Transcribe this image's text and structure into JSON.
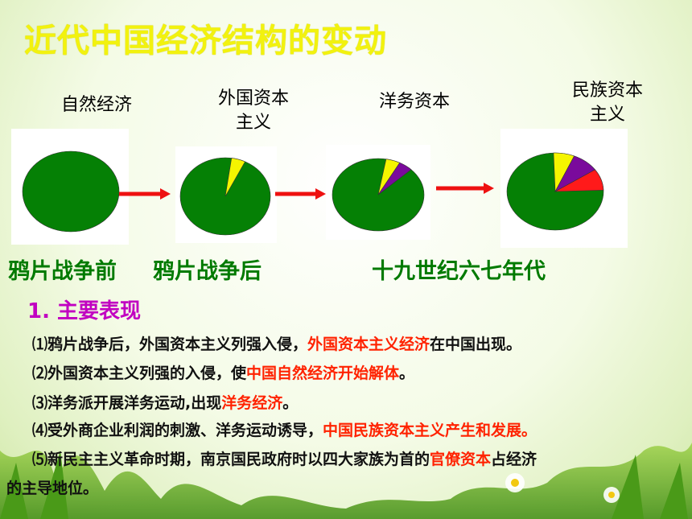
{
  "title": "近代中国经济结构的变动",
  "stages": [
    {
      "label": "自然经济"
    },
    {
      "label_line1": "外国资本",
      "label_line2": "主义"
    },
    {
      "label": "洋务资本"
    },
    {
      "label_line1": "民族资本",
      "label_line2": "主义"
    }
  ],
  "eras": [
    "鸦片战争前",
    "鸦片战争后",
    "十九世纪六七年代"
  ],
  "colors": {
    "natural": "#058005",
    "foreign": "#f5f500",
    "yangwu": "#7a0a9c",
    "national": "#ff1a1a",
    "arrow": "#ee1111"
  },
  "chart_data": {
    "type": "pie",
    "charts": [
      {
        "slices": [
          {
            "name": "自然经济",
            "value": 100,
            "color": "#058005"
          }
        ]
      },
      {
        "slices": [
          {
            "name": "自然经济",
            "value": 95,
            "color": "#058005"
          },
          {
            "name": "外国资本主义",
            "value": 5,
            "color": "#f5f500"
          }
        ]
      },
      {
        "slices": [
          {
            "name": "自然经济",
            "value": 90,
            "color": "#058005"
          },
          {
            "name": "外国资本主义",
            "value": 5,
            "color": "#f5f500"
          },
          {
            "name": "洋务资本",
            "value": 5,
            "color": "#7a0a9c"
          }
        ]
      },
      {
        "slices": [
          {
            "name": "自然经济",
            "value": 75,
            "color": "#058005"
          },
          {
            "name": "外国资本主义",
            "value": 7,
            "color": "#f5f500"
          },
          {
            "name": "洋务资本",
            "value": 9,
            "color": "#7a0a9c"
          },
          {
            "name": "民族资本主义",
            "value": 9,
            "color": "#ff1a1a"
          }
        ]
      }
    ]
  },
  "section": {
    "heading": "1. 主要表现"
  },
  "points": [
    {
      "a": "⑴鸦片战争后，外国资本主义列强入侵，",
      "hl": "外国资本主义经济",
      "b": "在中国出现。"
    },
    {
      "a": "⑵外国资本主义列强的入侵，使",
      "hl": "中国自然经济开始解体",
      "b": "。"
    },
    {
      "a": "⑶洋务派开展洋务运动,出现",
      "hl": "洋务经济",
      "b": "。"
    },
    {
      "a": "⑷受外商企业利润的刺激、洋务运动诱导，",
      "hl": "中国民族资本主义产生和发展。",
      "b": ""
    },
    {
      "a": "⑸新民主主义革命时期，南京国民政府时以四大家族为首的",
      "hl": "官僚资本",
      "b": "占经济",
      "c": "的主导地位。"
    }
  ]
}
